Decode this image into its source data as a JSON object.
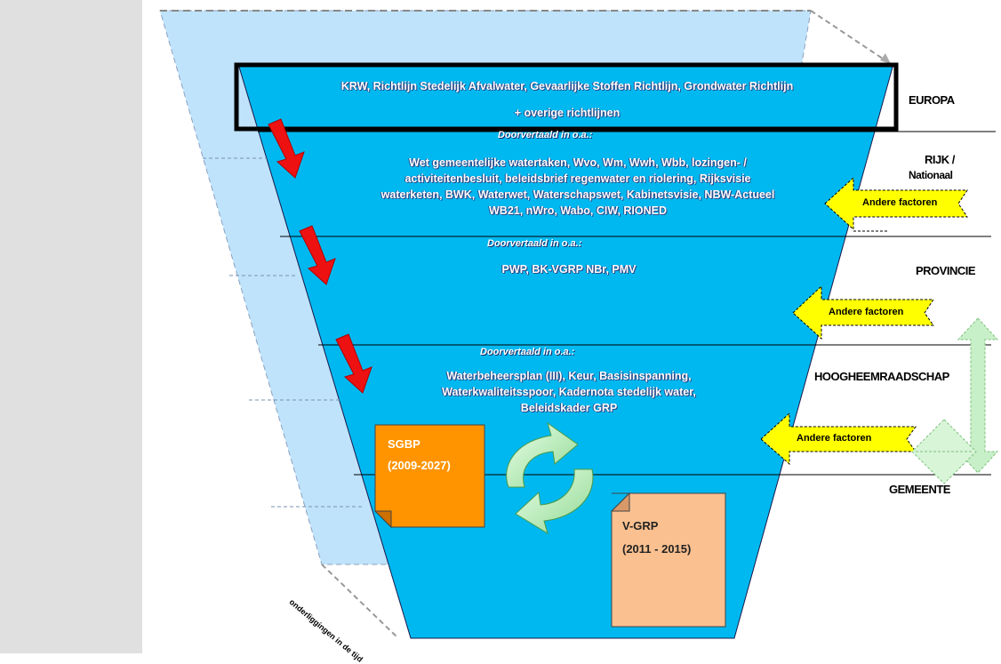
{
  "levels": {
    "europa": "EUROPA",
    "rijk_line1": "RIJK /",
    "rijk_line2": "Nationaal",
    "provincie": "PROVINCIE",
    "hoogheemraadschap": "HOOGHEEMRAADSCHAP",
    "gemeente": "GEMEENTE"
  },
  "europa_box": {
    "line1": "KRW, Richtlijn Stedelijk Afvalwater, Gevaarlijke Stoffen Richtlijn, Grondwater Richtlijn",
    "line2": "+ overige richtlijnen"
  },
  "sublabels": {
    "rijk": "Doorvertaald in o.a.:",
    "provincie": "Doorvertaald in o.a.:",
    "hoogheemraadschap": "Doorvertaald in o.a.:"
  },
  "rijk_text": {
    "line1": "Wet gemeentelijke watertaken, Wvo, Wm, Wwh, Wbb, lozingen- /",
    "line2": "activiteitenbesluit, beleidsbrief regenwater en riolering, Rijksvisie",
    "line3": "waterketen, BWK, Waterwet, Waterschapswet, Kabinetsvisie, NBW-Actueel",
    "line4": "WB21, nWro, Wabo, CIW, RIONED"
  },
  "provincie_text": "PWP, BK-VGRP NBr, PMV",
  "hhr_text": {
    "line1": "Waterbeheersplan (III), Keur, Basisinspanning,",
    "line2": "Waterkwaliteitsspoor, Kadernota stedelijk water,",
    "line3": "Beleidskader GRP"
  },
  "documents": {
    "sgbp_title": "SGBP",
    "sgbp_years": "(2009-2027)",
    "vgrp_title": "V-GRP",
    "vgrp_years": "(2011 - 2015)"
  },
  "andere_factoren": [
    "Andere factoren",
    "Andere factoren",
    "Andere factoren"
  ],
  "side_label": "onderliggingen in de tijd",
  "colors": {
    "funnel": "#00b8f0",
    "funnel_back": "#bfe3fb",
    "arrow_red": "#ee1111",
    "sgbp": "#ff9400",
    "vgrp": "#fac090",
    "yellow_arrow": "#ffff00",
    "green": "#c8f0c8"
  }
}
